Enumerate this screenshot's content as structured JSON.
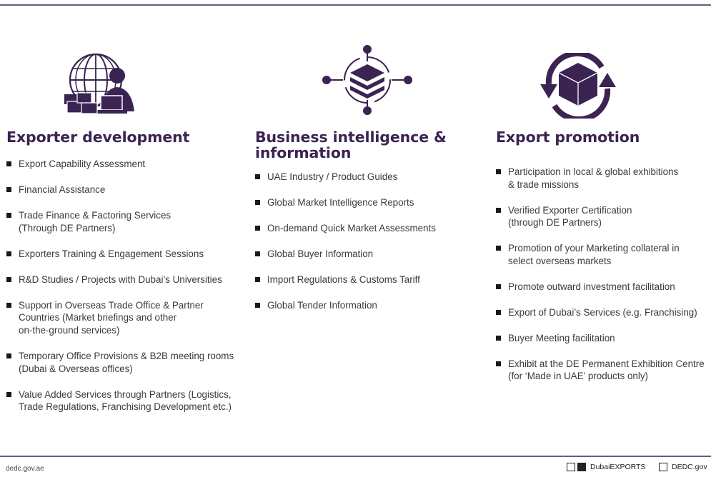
{
  "columns": [
    {
      "title": "Exporter development",
      "icon": "globe-person-laptop-icon",
      "items": [
        "Export Capability Assessment",
        "Financial Assistance",
        "Trade Finance & Factoring Services\n(Through DE Partners)",
        "Exporters Training & Engagement Sessions",
        "R&D Studies / Projects with Dubai’s Universities",
        "Support in Overseas Trade Office & Partner\nCountries (Market briefings and other\non-the-ground services)",
        "Temporary Office Provisions & B2B meeting rooms\n(Dubai & Overseas offices)",
        "Value Added Services through Partners (Logistics,\nTrade Regulations, Franchising Development etc.)"
      ]
    },
    {
      "title": "Business intelligence &\ninformation",
      "icon": "data-layers-network-icon",
      "items": [
        "UAE Industry / Product Guides",
        "Global Market Intelligence Reports",
        "On-demand Quick Market Assessments",
        "Global Buyer Information",
        "Import Regulations & Customs Tariff",
        "Global Tender Information"
      ]
    },
    {
      "title": "Export promotion",
      "icon": "box-cycle-arrows-icon",
      "items": [
        "Participation in local & global exhibitions\n& trade missions",
        "Verified Exporter Certification\n(through DE Partners)",
        "Promotion of your Marketing collateral in\nselect overseas markets",
        "Promote outward investment facilitation",
        "Export of Dubai’s Services (e.g. Franchising)",
        "Buyer Meeting facilitation",
        "Exhibit at the DE Permanent Exhibition Centre\n(for ‘Made in UAE’ products only)"
      ]
    }
  ],
  "footer": {
    "website": "dedc.gov.ae",
    "social_handle_1": "DubaiEXPORTS",
    "social_handle_2": "DEDC.gov"
  },
  "colors": {
    "accent": "#3b2352",
    "rule": "#6b5a82",
    "text": "#3a3a3a"
  }
}
